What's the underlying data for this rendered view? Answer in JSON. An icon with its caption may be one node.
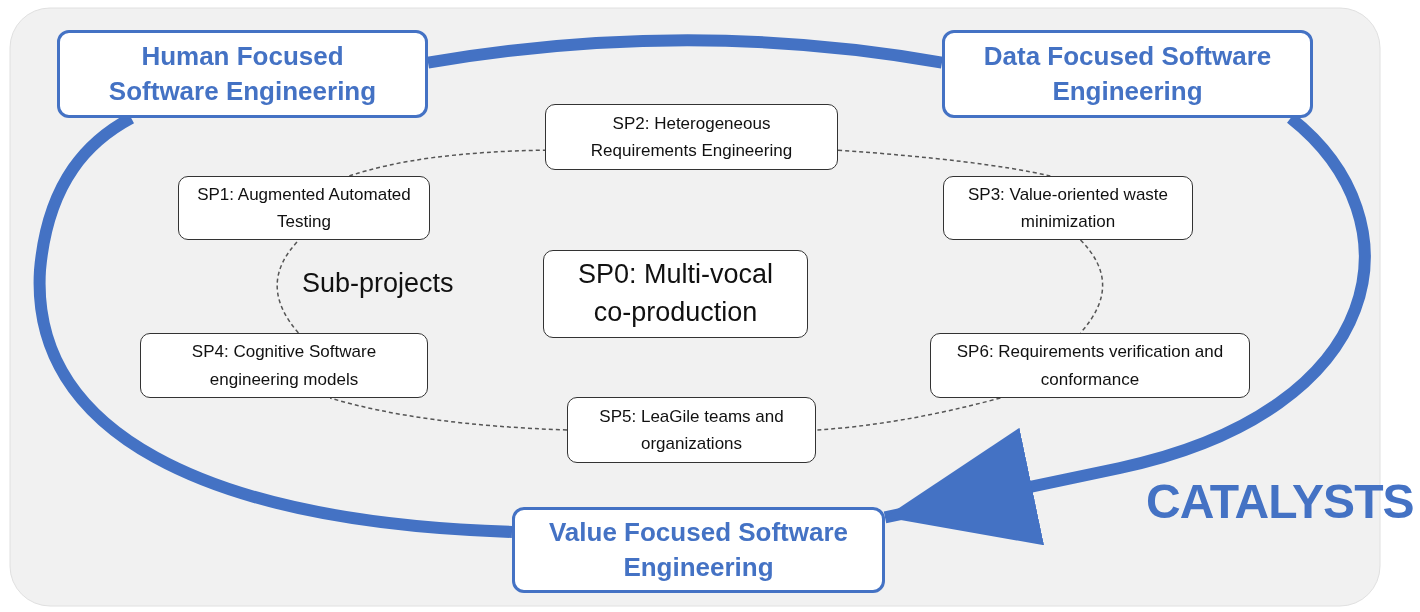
{
  "diagram": {
    "nodes": [
      {
        "text": [
          "Human Focused Software Engineering"
        ]
      },
      {
        "text": [
          "Data Focused Software Engineering"
        ]
      },
      {
        "text": [
          "SP2: Heterogeneous Requirements Engineering"
        ]
      },
      {
        "text": [
          "SP1: Augmented Automated Testing"
        ]
      },
      {
        "text": [
          "SP3: Value-oriented waste minimization"
        ]
      },
      {
        "text": [
          "SP0: Multi-vocal co-production"
        ]
      },
      {
        "text": [
          "SP4: Cognitive Software engineering models"
        ]
      },
      {
        "text": [
          "SP6: Requirements verification and conformance"
        ]
      },
      {
        "text": [
          "SP5: LeaGile teams and organizations"
        ]
      },
      {
        "text": [
          "Value Focused Software Engineering"
        ]
      }
    ],
    "edges": [
      {
        "from": 0,
        "to": 1,
        "arrow": "none",
        "style": "thick",
        "color": "#4472c4"
      },
      {
        "from": 1,
        "to": 9,
        "arrow": "to",
        "style": "thick",
        "color": "#4472c4"
      },
      {
        "from": 9,
        "to": 0,
        "arrow": "none",
        "style": "thick",
        "color": "#4472c4"
      },
      {
        "from": 3,
        "to": 2,
        "arrow": "none",
        "style": "dashed"
      },
      {
        "from": 2,
        "to": 4,
        "arrow": "none",
        "style": "dashed"
      },
      {
        "from": 4,
        "to": 7,
        "arrow": "none",
        "style": "dashed"
      },
      {
        "from": 7,
        "to": 8,
        "arrow": "none",
        "style": "dashed"
      },
      {
        "from": 8,
        "to": 6,
        "arrow": "none",
        "style": "dashed"
      },
      {
        "from": 6,
        "to": 3,
        "arrow": "none",
        "style": "dashed"
      }
    ],
    "labels": [
      "Sub-projects",
      "CATALYSTS"
    ]
  }
}
